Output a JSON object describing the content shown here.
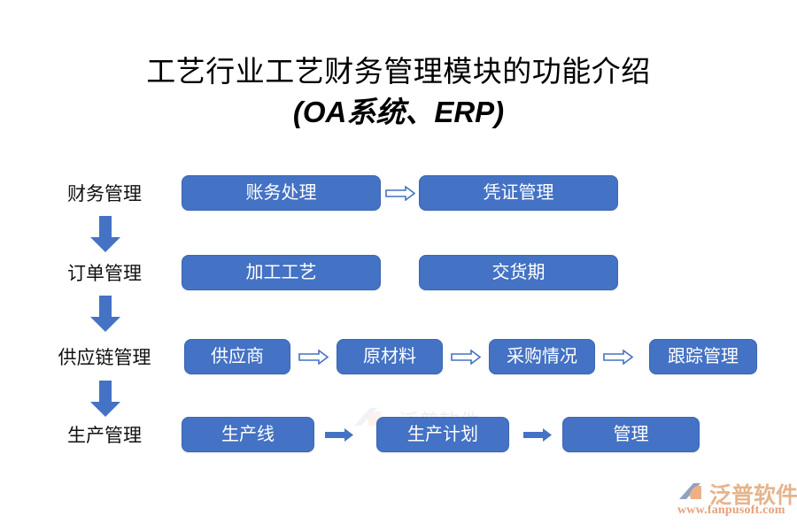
{
  "page": {
    "background_color": "#FFFFFF",
    "node_color": "#4472C4",
    "arrow_color": "#4472C4",
    "label_color": "#111111"
  },
  "title": {
    "line1": "工艺行业工艺财务管理模块的功能介绍",
    "line2": "(OA系统、ERP)"
  },
  "flow": {
    "rows": [
      {
        "label": "财务管理",
        "nodes": [
          "账务处理",
          "凭证管理"
        ],
        "arrows": 1
      },
      {
        "label": "订单管理",
        "nodes": [
          "加工工艺",
          "交货期"
        ],
        "arrows": 0
      },
      {
        "label": "供应链管理",
        "nodes": [
          "供应商",
          "原材料",
          "采购情况",
          "跟踪管理"
        ],
        "arrows": 3
      },
      {
        "label": "生产管理",
        "nodes": [
          "生产线",
          "生产计划",
          "管理"
        ],
        "arrows": 2
      }
    ],
    "down_arrows": 3
  },
  "watermark": {
    "brand": "泛普软件",
    "url": "www.fanpusoft.com"
  }
}
